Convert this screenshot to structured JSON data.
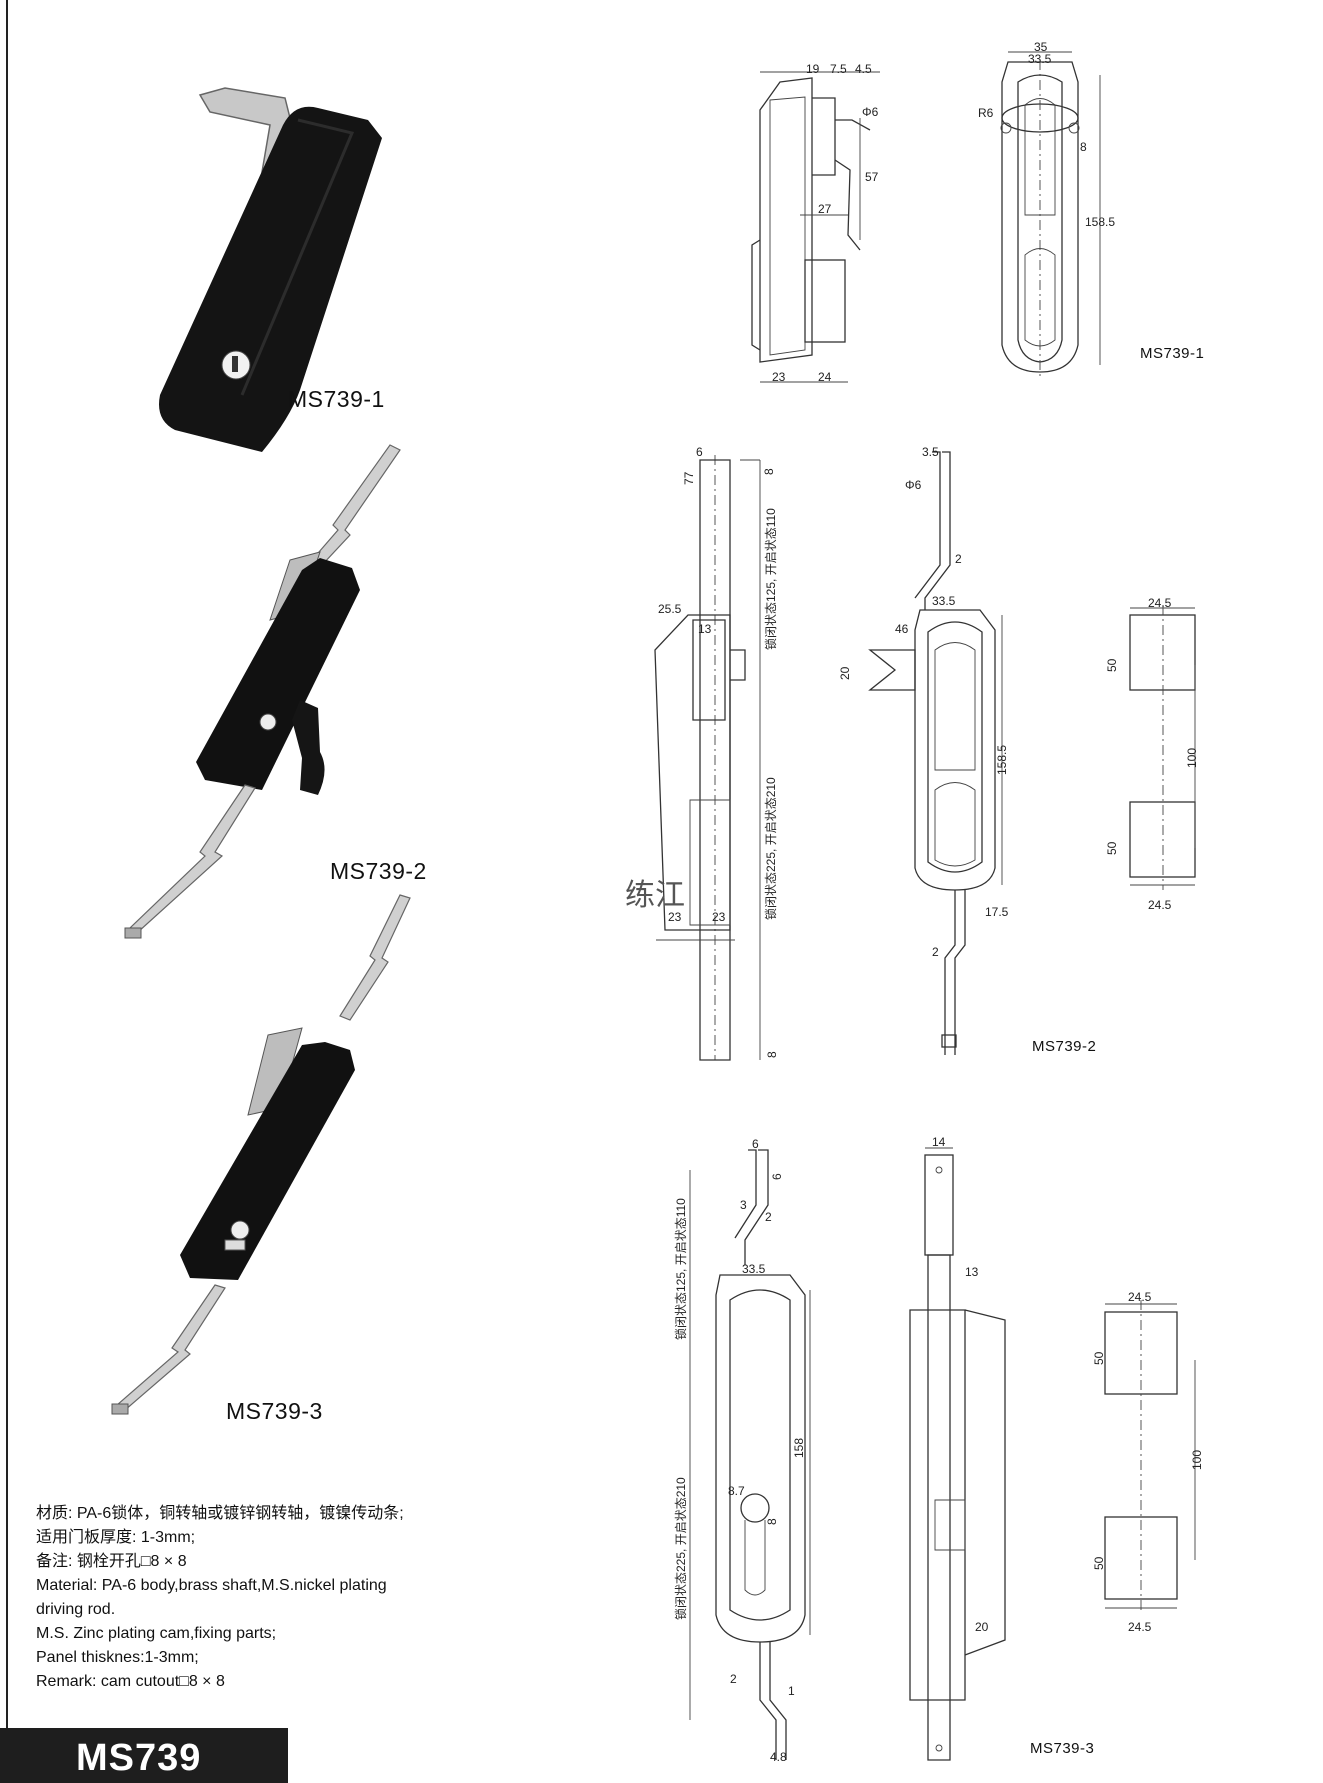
{
  "photos": {
    "p1_label": "MS739-1",
    "p2_label": "MS739-2",
    "p3_label": "MS739-3"
  },
  "drawings": {
    "d1": {
      "label": "MS739-1",
      "dims": [
        "19",
        "7.5",
        "4.5",
        "Φ6",
        "57",
        "27",
        "23",
        "24",
        "35",
        "33.5",
        "R6",
        "8",
        "158.5"
      ]
    },
    "d2": {
      "label": "MS739-2",
      "dims": [
        "6",
        "77",
        "8",
        "锁闭状态125, 开启状态110",
        "25.5",
        "13",
        "锁闭状态225, 开启状态210",
        "23",
        "23",
        "8",
        "3.5",
        "Φ6",
        "2",
        "33.5",
        "46",
        "20",
        "158.5",
        "17.5",
        "2",
        "24.5",
        "50",
        "100",
        "50",
        "24.5"
      ]
    },
    "d3": {
      "label": "MS739-3",
      "dims": [
        "6",
        "6",
        "3",
        "2",
        "锁闭状态125, 开启状态110",
        "33.5",
        "158",
        "8.7",
        "8",
        "锁闭状态225, 开启状态210",
        "2",
        "1",
        "4.8",
        "14",
        "13",
        "20",
        "24.5",
        "50",
        "100",
        "50",
        "24.5"
      ]
    }
  },
  "watermark": "练江",
  "notes": [
    "材质: PA-6锁体，铜转轴或镀锌钢转轴，镀镍传动条;",
    "适用门板厚度: 1-3mm;",
    "备注: 钢栓开孔□8 × 8",
    "Material:  PA-6  body,brass  shaft,M.S.nickel  plating",
    "driving rod.",
    "M.S. Zinc plating cam,fixing parts;",
    "Panel thisknes:1-3mm;",
    "Remark: cam cutout□8 × 8"
  ],
  "banner": "MS739"
}
